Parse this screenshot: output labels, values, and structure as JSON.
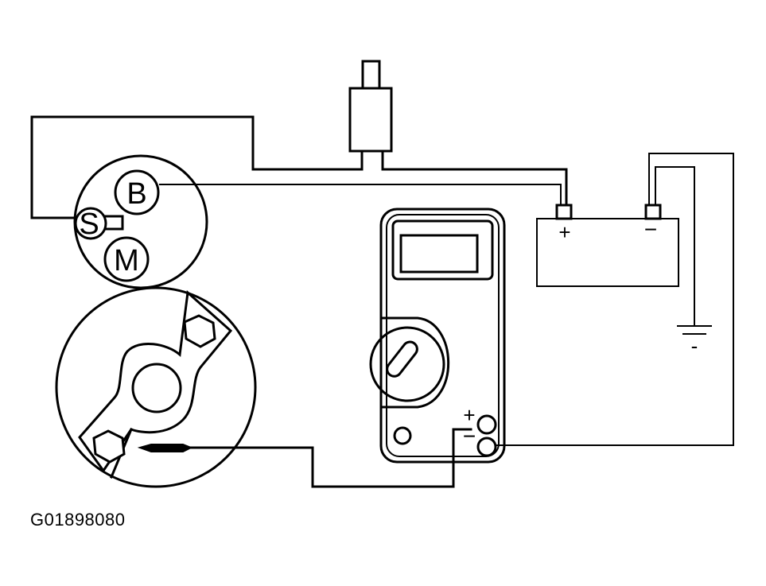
{
  "figure_id": "G01898080",
  "starter_terminals": {
    "b": "B",
    "s": "S",
    "m": "M"
  },
  "battery": {
    "positive": "+",
    "negative": "−"
  },
  "multimeter": {
    "positive": "+",
    "negative": "−"
  },
  "ground": {
    "label": "-"
  },
  "colors": {
    "line": "#000000",
    "background": "#ffffff"
  }
}
